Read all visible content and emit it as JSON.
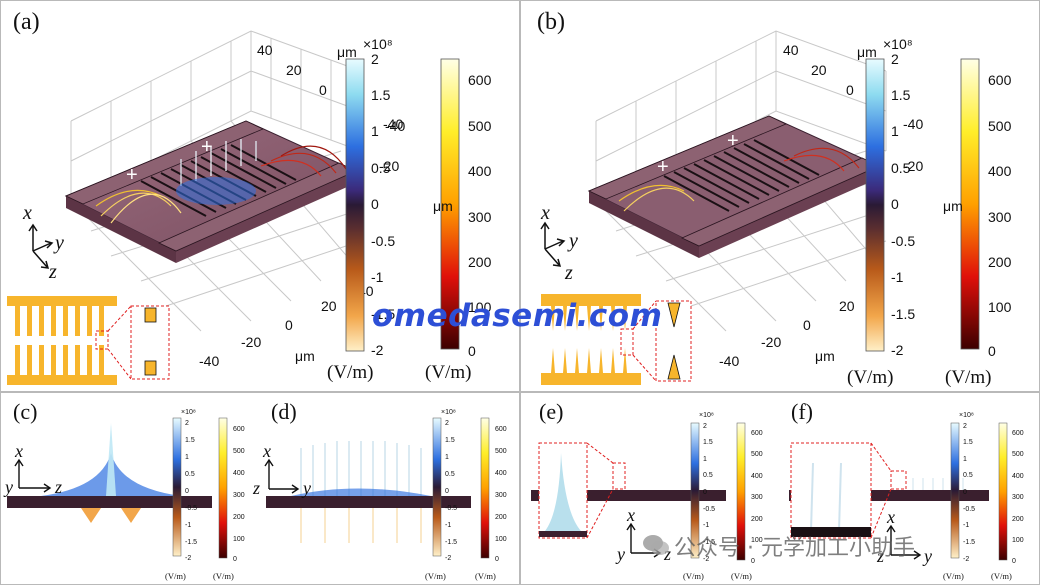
{
  "panels": {
    "a": {
      "label": "(a)"
    },
    "b": {
      "label": "(b)"
    },
    "c": {
      "label": "(c)"
    },
    "d": {
      "label": "(d)"
    },
    "e": {
      "label": "(e)"
    },
    "f": {
      "label": "(f)"
    }
  },
  "axes3d": {
    "x_ticks": [
      "40",
      "20",
      "0",
      "-20",
      "-40"
    ],
    "y_ticks": [
      "40",
      "20",
      "0",
      "-20",
      "-40"
    ],
    "mu_label": "μm",
    "plus_sign": "+",
    "minus_sign": "-"
  },
  "colorbar_mu": {
    "exponent": "×10⁸",
    "label": "μm",
    "ticks": [
      "2",
      "1.5",
      "1",
      "0.5",
      "0",
      "-0.5",
      "-1",
      "-1.5",
      "-2"
    ],
    "unit": "(V/m)"
  },
  "colorbar_e": {
    "ticks": [
      "600",
      "500",
      "400",
      "300",
      "200",
      "100",
      "0"
    ],
    "unit": "(V/m)"
  },
  "triad": {
    "x": "x",
    "y": "y",
    "z": "z"
  },
  "watermark": "omedasemi.com",
  "watermark2": "公众号 · 元学加工小助手",
  "colors": {
    "electrode": "#f7b52c",
    "substrate": "#86586a",
    "highlight_box": "#e02020",
    "watermark": "#2d4fd6"
  }
}
